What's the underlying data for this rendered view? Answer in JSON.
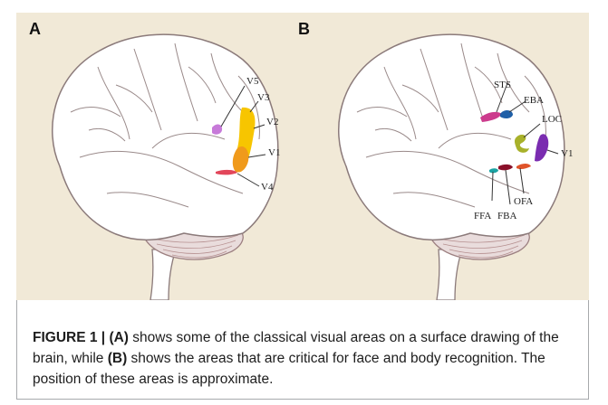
{
  "figure": {
    "panel_a": {
      "label": "A",
      "areas": {
        "v5": "V5",
        "v3": "V3",
        "v2": "V2",
        "v1": "V1",
        "v4": "V4"
      }
    },
    "panel_b": {
      "label": "B",
      "areas": {
        "sts": "STS",
        "eba": "EBA",
        "loc": "LOC",
        "v1": "V1",
        "ofa": "OFA",
        "fba": "FBA",
        "ffa": "FFA"
      }
    },
    "colors": {
      "background": "#f1e9d7",
      "v5": "#c77ad9",
      "v3v2": "#f7c500",
      "v1a": "#f09a1b",
      "v4": "#e2465a",
      "sts": "#cc3b8d",
      "eba": "#1f5fa7",
      "loc": "#a8b12a",
      "v1b": "#7a2cb0",
      "ofa": "#e0542a",
      "fba": "#8a1029",
      "ffa": "#1aa3a3"
    }
  },
  "caption": {
    "label": "FIGURE 1 |",
    "part_a_label": "(A)",
    "text_1": " shows some of the classical visual areas on a surface drawing of the brain, while ",
    "part_b_label": "(B)",
    "text_2": " shows the areas that are critical for face and body recognition. The position of these areas is approximate."
  }
}
